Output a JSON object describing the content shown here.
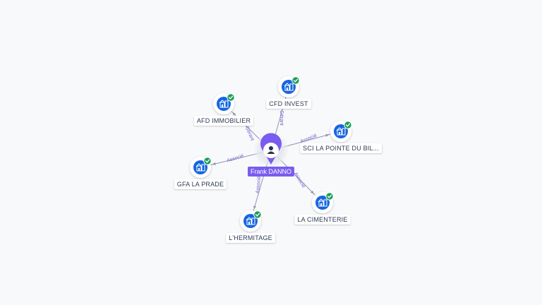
{
  "colors": {
    "center_accent": "#7a5cf0",
    "company_icon": "#1565e0",
    "check_badge": "#1e9e58",
    "edge": "#8f95b2",
    "edge_label": "#6b63c7"
  },
  "center": {
    "label": "Frank DANNO",
    "icon": "person-pin-icon"
  },
  "nodes": [
    {
      "id": "afd",
      "label": "AFD IMMOBILIER",
      "icon": "company-building-icon",
      "verified": true,
      "relation": "Gérant"
    },
    {
      "id": "cfd",
      "label": "CFD INVEST",
      "icon": "company-building-icon",
      "verified": true,
      "relation": "Gérant"
    },
    {
      "id": "sci",
      "label": "SCI LA POINTE DU BIL...",
      "icon": "company-building-icon",
      "verified": true,
      "relation": "Associé"
    },
    {
      "id": "gfa",
      "label": "GFA LA PRADE",
      "icon": "company-building-icon",
      "verified": true,
      "relation": "Associé"
    },
    {
      "id": "cim",
      "label": "LA CIMENTERIE",
      "icon": "company-building-icon",
      "verified": true,
      "relation": "Associé"
    },
    {
      "id": "herm",
      "label": "L'HERMITAGE",
      "icon": "company-building-icon",
      "verified": true,
      "relation": "Associé"
    }
  ]
}
